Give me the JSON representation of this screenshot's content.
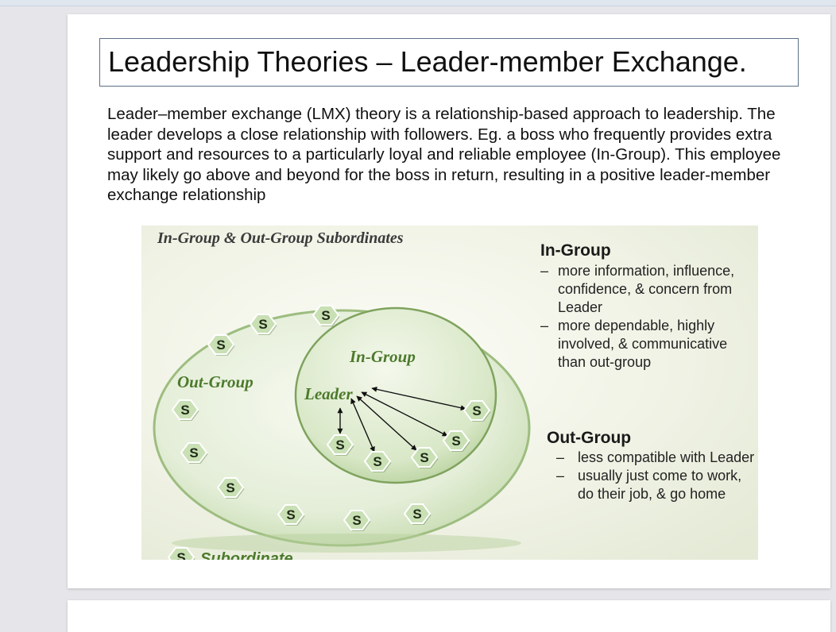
{
  "slide": {
    "title": "Leadership Theories – Leader-member Exchange.",
    "body": "Leader–member exchange (LMX) theory is a relationship-based approach to leadership. The leader develops a close relationship with followers. Eg. a boss who frequently provides extra support and resources to a particularly loyal and reliable employee (In-Group). This employee may likely go above and beyond for the boss in return, resulting in a positive leader-member exchange relationship"
  },
  "figure": {
    "heading": "In-Group & Out-Group Subordinates",
    "outer_label": "Out-Group",
    "inner_label": "In-Group",
    "leader_label": "Leader",
    "node_letter": "S",
    "legend_label": "Subordinate",
    "in_group": {
      "title": "In-Group",
      "bullets": [
        "more information, influence, confidence, & concern from Leader",
        "more dependable, highly involved, & communicative than out-group"
      ]
    },
    "out_group": {
      "title": "Out-Group",
      "bullets": [
        "less compatible with Leader",
        "usually just come to work, do their job, & go home"
      ]
    },
    "dash": "–",
    "colors": {
      "circle_fill": "#d8e8c6",
      "circle_stroke": "#8eb070",
      "label_green": "#4c7a2c",
      "node_fill": "#c9dfb4"
    }
  }
}
